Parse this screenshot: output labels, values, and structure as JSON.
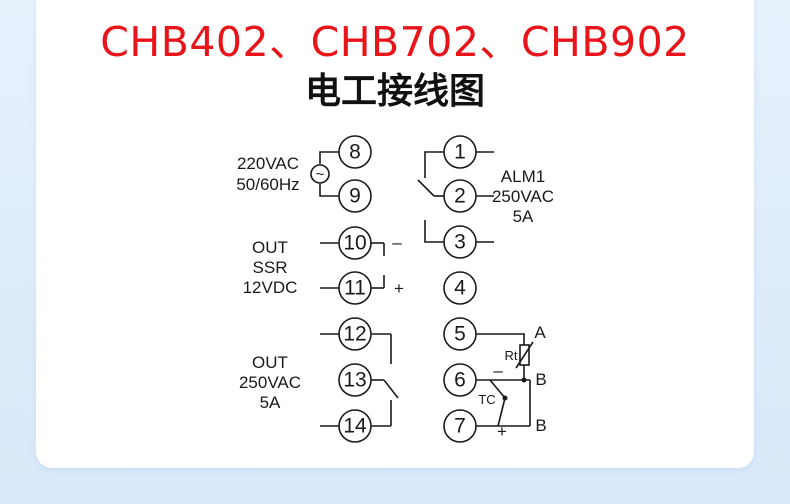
{
  "header": {
    "title": "CHB402、CHB702、CHB902",
    "subtitle": "电工接线图"
  },
  "terminals": {
    "t1": "1",
    "t2": "2",
    "t3": "3",
    "t4": "4",
    "t5": "5",
    "t6": "6",
    "t7": "7",
    "t8": "8",
    "t9": "9",
    "t10": "10",
    "t11": "11",
    "t12": "12",
    "t13": "13",
    "t14": "14"
  },
  "power": {
    "line1": "220VAC",
    "line2": "50/60Hz",
    "symbol": "~"
  },
  "ssr": {
    "line1": "OUT",
    "line2": "SSR",
    "line3": "12VDC",
    "minus": "–",
    "plus": "+"
  },
  "relay_out": {
    "line1": "OUT",
    "line2": "250VAC",
    "line3": "5A"
  },
  "alarm": {
    "line1": "ALM1",
    "line2": "250VAC",
    "line3": "5A"
  },
  "sensor": {
    "a": "A",
    "b1": "B",
    "b2": "B",
    "rt": "Rt",
    "tc": "TC",
    "minus": "–",
    "plus": "+"
  }
}
